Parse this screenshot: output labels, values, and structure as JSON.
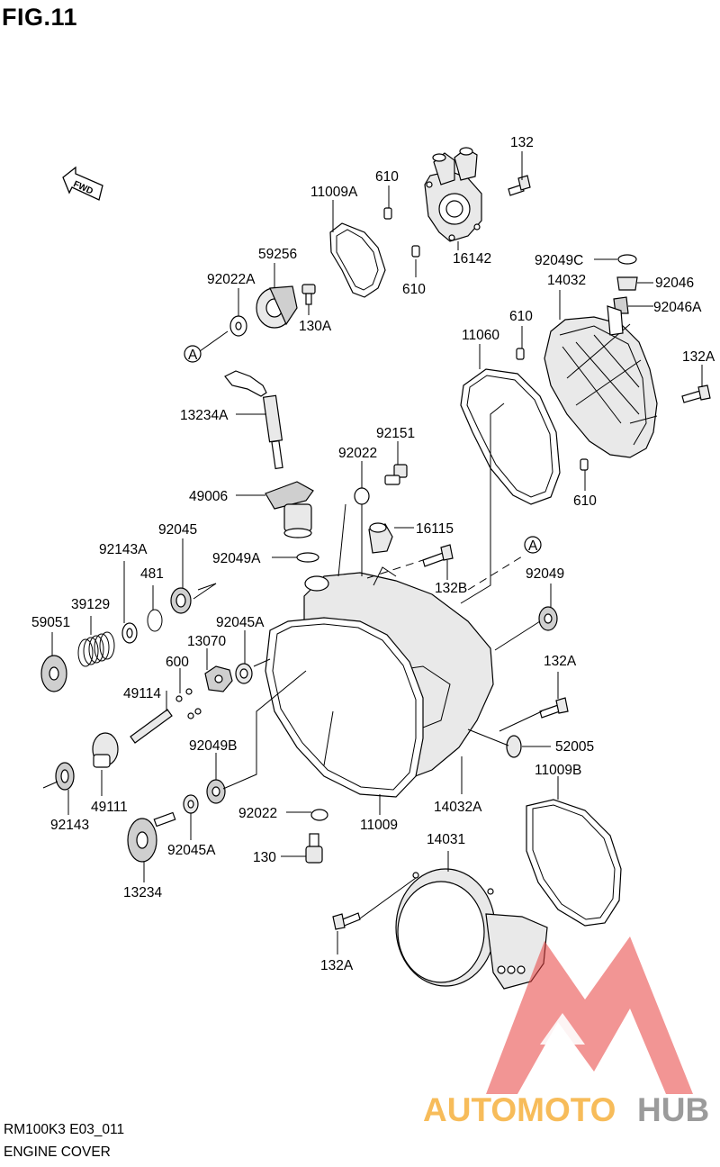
{
  "figure": {
    "title": "FIG.11",
    "fwd_label": "FWD"
  },
  "callouts": [
    {
      "id": "c-132",
      "text": "132"
    },
    {
      "id": "c-610a",
      "text": "610"
    },
    {
      "id": "c-11009a",
      "text": "11009A"
    },
    {
      "id": "c-59256",
      "text": "59256"
    },
    {
      "id": "c-92049c",
      "text": "92049C"
    },
    {
      "id": "c-16142",
      "text": "16142"
    },
    {
      "id": "c-610b",
      "text": "610"
    },
    {
      "id": "c-92046",
      "text": "92046"
    },
    {
      "id": "c-14032",
      "text": "14032"
    },
    {
      "id": "c-92022a",
      "text": "92022A"
    },
    {
      "id": "c-130a",
      "text": "130A"
    },
    {
      "id": "c-92046a",
      "text": "92046A"
    },
    {
      "id": "c-610c",
      "text": "610"
    },
    {
      "id": "c-11060",
      "text": "11060"
    },
    {
      "id": "c-132a-1",
      "text": "132A"
    },
    {
      "id": "c-13234a",
      "text": "13234A"
    },
    {
      "id": "c-92151",
      "text": "92151"
    },
    {
      "id": "c-92022-1",
      "text": "92022"
    },
    {
      "id": "c-49006",
      "text": "49006"
    },
    {
      "id": "c-610d",
      "text": "610"
    },
    {
      "id": "c-16115",
      "text": "16115"
    },
    {
      "id": "c-92045",
      "text": "92045"
    },
    {
      "id": "c-92143a",
      "text": "92143A"
    },
    {
      "id": "c-92049a",
      "text": "92049A"
    },
    {
      "id": "c-481",
      "text": "481"
    },
    {
      "id": "c-92049",
      "text": "92049"
    },
    {
      "id": "c-132b",
      "text": "132B"
    },
    {
      "id": "c-39129",
      "text": "39129"
    },
    {
      "id": "c-59051",
      "text": "59051"
    },
    {
      "id": "c-92045a-1",
      "text": "92045A"
    },
    {
      "id": "c-13070",
      "text": "13070"
    },
    {
      "id": "c-132a-2",
      "text": "132A"
    },
    {
      "id": "c-600",
      "text": "600"
    },
    {
      "id": "c-49114",
      "text": "49114"
    },
    {
      "id": "c-92049b",
      "text": "92049B"
    },
    {
      "id": "c-52005",
      "text": "52005"
    },
    {
      "id": "c-11009b",
      "text": "11009B"
    },
    {
      "id": "c-49111",
      "text": "49111"
    },
    {
      "id": "c-14032a",
      "text": "14032A"
    },
    {
      "id": "c-92143",
      "text": "92143"
    },
    {
      "id": "c-92022-2",
      "text": "92022"
    },
    {
      "id": "c-11009",
      "text": "11009"
    },
    {
      "id": "c-92045a-2",
      "text": "92045A"
    },
    {
      "id": "c-14031",
      "text": "14031"
    },
    {
      "id": "c-130",
      "text": "130"
    },
    {
      "id": "c-13234",
      "text": "13234"
    },
    {
      "id": "c-132a-3",
      "text": "132A"
    }
  ],
  "reference_marks": [
    {
      "id": "ref-a-1",
      "text": "A"
    },
    {
      "id": "ref-a-2",
      "text": "A"
    }
  ],
  "footer": {
    "model_code": "RM100K3 E03_011",
    "section_name": "ENGINE COVER"
  },
  "watermark": {
    "brand_text": "AUTOMOTOHUB",
    "brand_primary": "AUTOMOTO",
    "brand_secondary": "HUB",
    "color_red": "#e8403e",
    "color_orange": "#f5a623",
    "color_gray": "#7a7a7a"
  }
}
